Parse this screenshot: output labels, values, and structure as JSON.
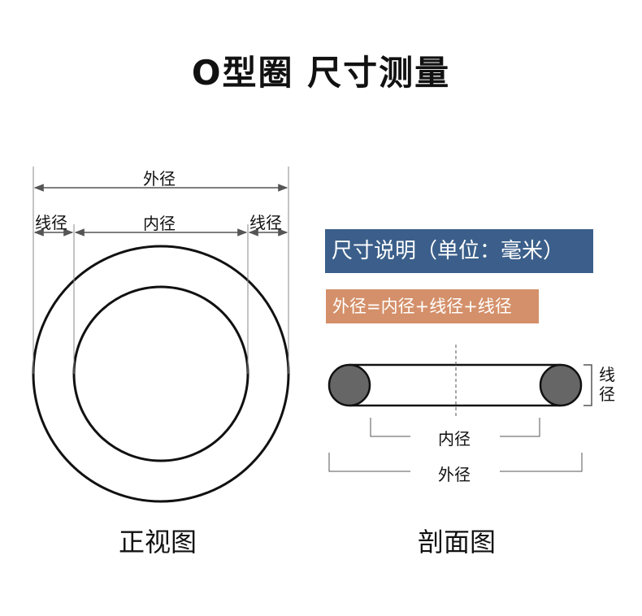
{
  "title": "O型圈 尺寸测量",
  "front": {
    "outer_label": "外径",
    "wire_left_label": "线径",
    "inner_label": "内径",
    "wire_right_label": "线径",
    "caption": "正视图"
  },
  "section": {
    "note_title": "尺寸说明（单位：毫米）",
    "formula": "外径=内径+线径+线径",
    "wire_label_1": "线",
    "wire_label_2": "径",
    "inner_label": "内径",
    "outer_label": "外径",
    "caption": "剖面图"
  },
  "colors": {
    "note_bg": "#3b5f8a",
    "formula_bg": "#d4906a",
    "section_fill": "#666666"
  }
}
